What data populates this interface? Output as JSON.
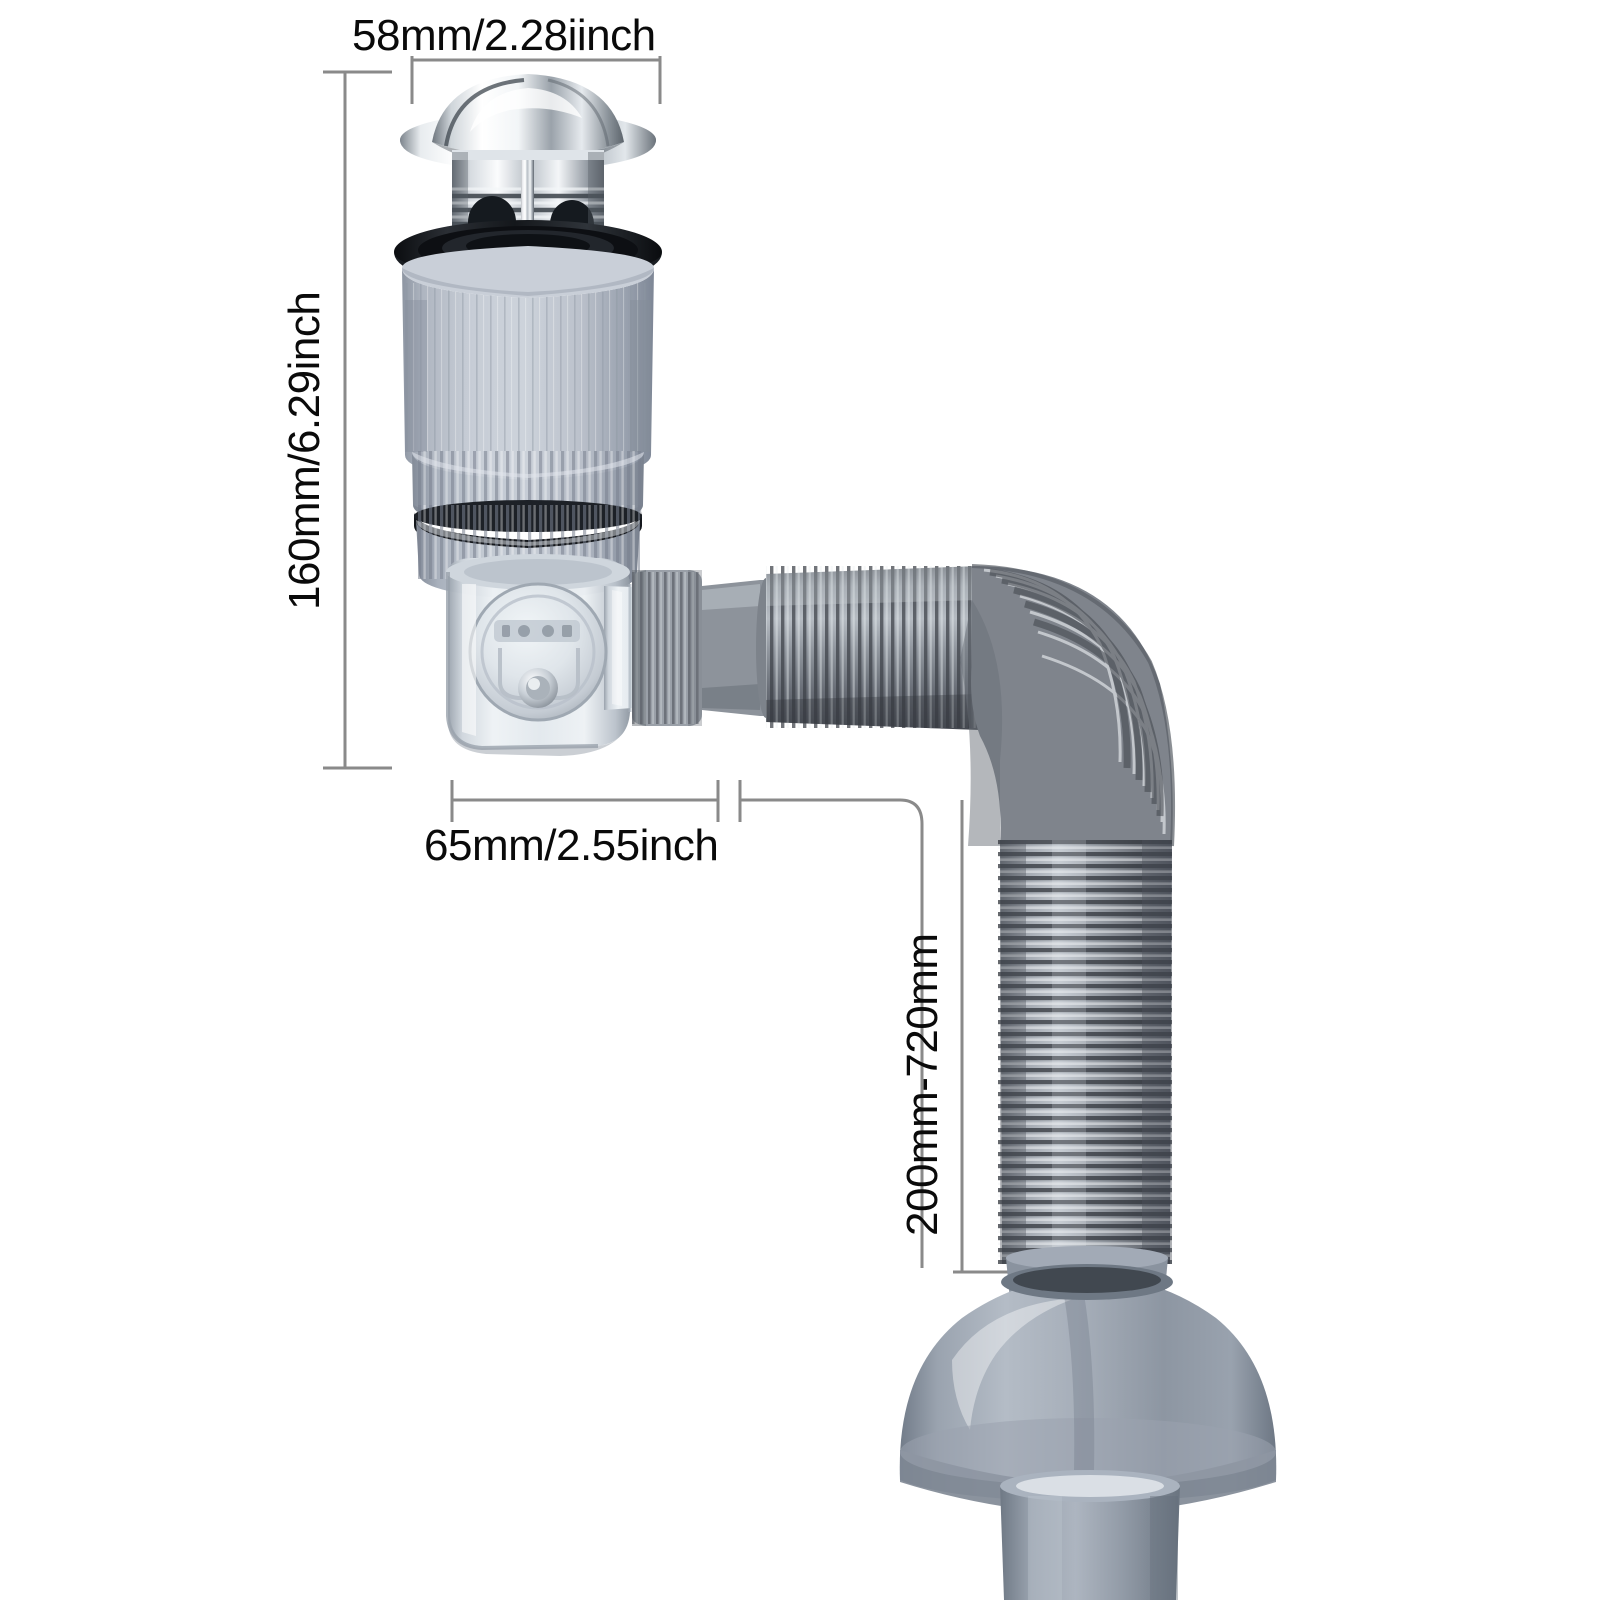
{
  "diagram": {
    "title": "Pop-up Sink Drain with Flexible Waste Pipe Dimension Diagram",
    "background_color": "#ffffff",
    "dimension_line_color": "#8a8a8a",
    "label_color": "#0a0a0a"
  },
  "dimensions": {
    "width_top": {
      "text": "58mm/2.28iinch",
      "orientation": "horizontal",
      "measures": "stopper-cap-diameter"
    },
    "height_left": {
      "text": "160mm/6.29inch",
      "orientation": "vertical",
      "measures": "drain-body-height"
    },
    "depth_bottom": {
      "text": "65mm/2.55inch",
      "orientation": "horizontal",
      "measures": "trap-to-connector-depth"
    },
    "hose_right": {
      "text": "200mm-720mm",
      "orientation": "vertical",
      "measures": "flexible-hose-extension-range"
    }
  },
  "product": {
    "name": "pop-up-basin-drain-assembly",
    "parts": [
      {
        "name": "chrome-stopper-cap",
        "label": "Chrome pop-up stopper cap",
        "color": "#d9dde2"
      },
      {
        "name": "chrome-slotted-basket",
        "label": "Slotted chrome strainer body",
        "color": "#c3c8cf"
      },
      {
        "name": "black-seal-gasket",
        "label": "Black rubber seal gasket",
        "color": "#14161a"
      },
      {
        "name": "gray-fluted-body",
        "label": "Fluted gray drain body",
        "color": "#b7bdc8"
      },
      {
        "name": "knurled-collar-nut",
        "label": "Knurled locking collar",
        "color": "#aeb4bf"
      },
      {
        "name": "knurled-lower-nut",
        "label": "Knurled lower coupling nut",
        "color": "#adb3bd"
      },
      {
        "name": "clear-trap-elbow",
        "label": "Transparent trap elbow",
        "color": "#d7dde3"
      },
      {
        "name": "trap-inspection-cap",
        "label": "Trap inspection cover",
        "color": "#c9d0d8"
      },
      {
        "name": "hose-connector-nut",
        "label": "Ribbed hose connector nut",
        "color": "#9aa0a8"
      },
      {
        "name": "bellows-hose-horizontal",
        "label": "Corrugated flexible hose",
        "color": "#82878f"
      },
      {
        "name": "bellows-hose-elbow",
        "label": "Flexible hose 90 degree bend",
        "color": "#7f848c"
      },
      {
        "name": "bellows-hose-vertical",
        "label": "Vertical corrugated hose run",
        "color": "#8d939b"
      },
      {
        "name": "bell-escutcheon",
        "label": "Bell-shaped floor escutcheon",
        "color": "#909aa6"
      },
      {
        "name": "outlet-pipe-stub",
        "label": "Outlet pipe stub",
        "color": "#8f99a5"
      }
    ]
  }
}
